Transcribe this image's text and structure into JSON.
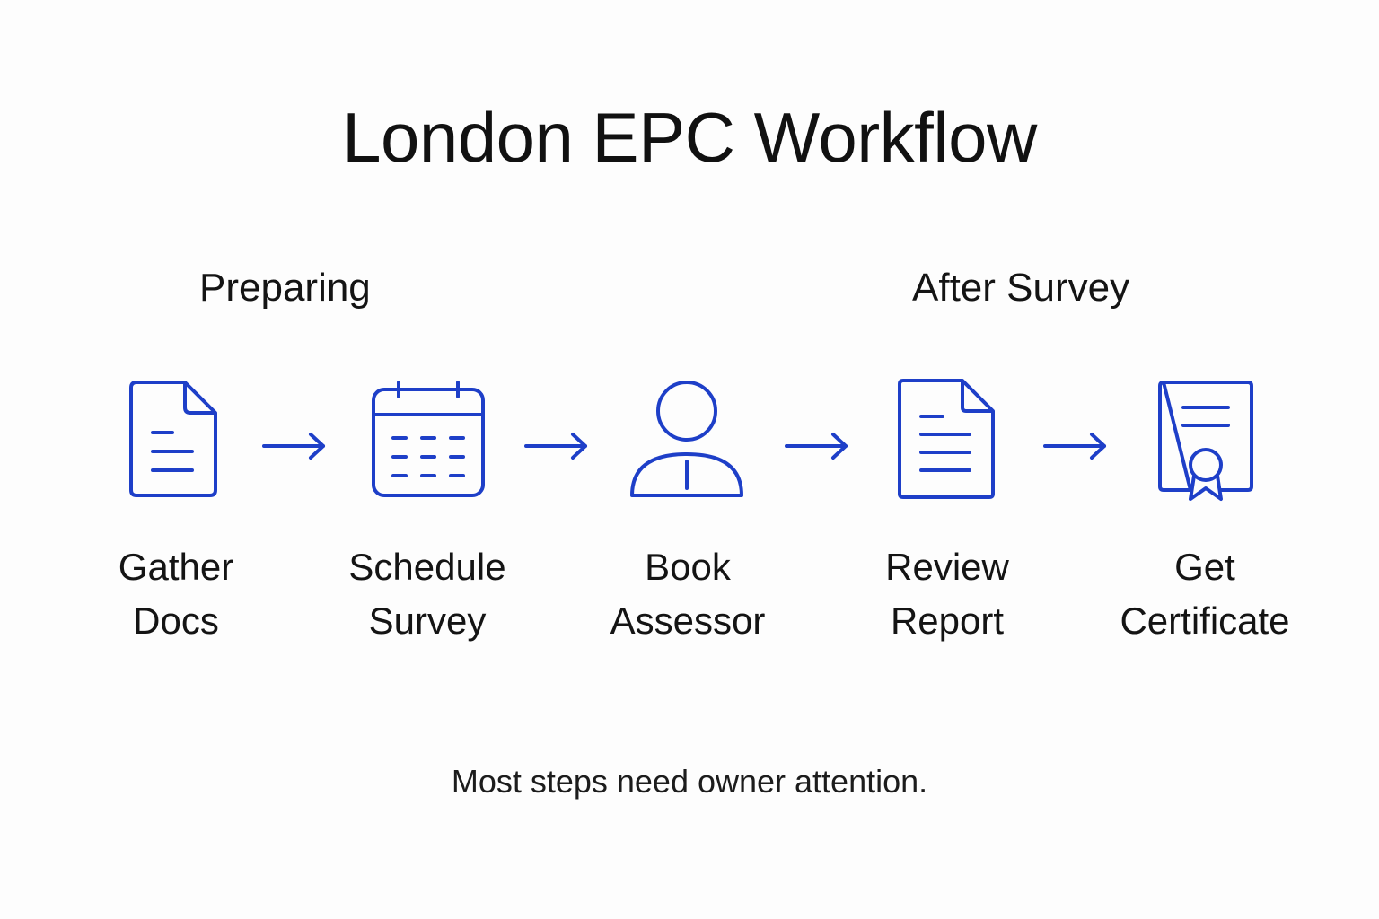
{
  "title": "London EPC Workflow",
  "phases": {
    "preparing": "Preparing",
    "after_survey": "After Survey"
  },
  "steps": [
    {
      "line1": "Gather",
      "line2": "Docs",
      "icon": "document-icon"
    },
    {
      "line1": "Schedule",
      "line2": "Survey",
      "icon": "calendar-icon"
    },
    {
      "line1": "Book",
      "line2": "Assessor",
      "icon": "person-icon"
    },
    {
      "line1": "Review",
      "line2": "Report",
      "icon": "report-icon"
    },
    {
      "line1": "Get",
      "line2": "Certificate",
      "icon": "certificate-icon"
    }
  ],
  "footnote": "Most steps need owner attention.",
  "colors": {
    "accent": "#1e3fc8",
    "text": "#111111",
    "background": "#fdfdfd"
  }
}
